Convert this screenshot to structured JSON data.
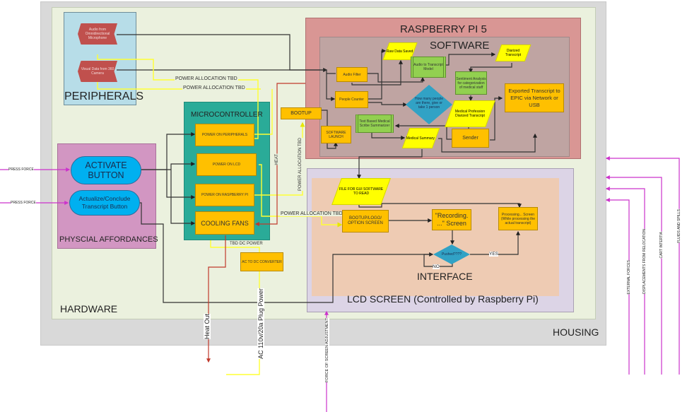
{
  "housing": {
    "title": "HOUSING"
  },
  "hardware": {
    "title": "HARDWARE"
  },
  "peripherals": {
    "title": "PERIPHERALS",
    "items": [
      "Audio from Omnidirectional Microphone",
      "Visual Data from 360 Camera"
    ]
  },
  "power_labels": {
    "alloc_1": "POWER ALLOCATION TBD",
    "alloc_2": "POWER ALLOCATION TBD",
    "alloc_vertical": "POWER ALLOCATION TBD",
    "alloc_lcd": "POWER ALLOCATION TBD",
    "heat": "HEAT",
    "tbd_dc": "TBD DC POWER"
  },
  "raspberry_pi": {
    "title": "RASPBERRY PI 5",
    "software": {
      "title": "SOFTWARE",
      "audio_filter": "Audio Filter",
      "people_counter": "People Counter",
      "raw_data": "Raw Data Saved",
      "audio_model": "Audio to Transcript Model",
      "diarized": "Diarized Transcript",
      "sentiment": "Sentiment Analysis for categorization of medical staff",
      "decision": "How many people are there, give or take 1 person",
      "med_diarized": "Medical Profession Diarized Transcript",
      "exported": "Exported Transcript to EPIC via Network or USB",
      "summarizer": "Text Based Medical Scribe Summarizer",
      "summary": "Medical Summary",
      "sender": "Sender",
      "launch": "SOFTWARE LAUNCH"
    },
    "bootup": "BOOTUP"
  },
  "microcontroller": {
    "title": "MICROCONTROLLER",
    "items": [
      "POWER ON PERIPHERALS",
      "POWER ON LCD",
      "POWER ON RASPBERRY PI",
      "COOLING FANS"
    ]
  },
  "affordances": {
    "title": "PHYSCIAL AFFORDANCES",
    "activate": "ACTIVATE BUTTON",
    "conclude": "Actualize/Conclude Transcript Button",
    "press_force_1": "PRESS FORCE",
    "press_force_2": "PRESS FORCE"
  },
  "converter": "AC TO DC CONVERTER",
  "lcd": {
    "title": "LCD SCREEN (Controlled by Raspberry Pi)",
    "interface": {
      "title": "INTERFACE",
      "file": "FILE FOR GUI SOFTWARE TO READ",
      "bootup": "BOOTUP/LOGO/ OPTION SCREEN",
      "recording": "\"Recording. ...\" Screen",
      "processing": "Processing... Screen (While processing the actual transcript)",
      "pushed": "Pushed????",
      "yes": "YES",
      "no": "NO"
    }
  },
  "external": {
    "heat_out": "Heat Out",
    "plug_power": "AC 110v/20a Plug Power",
    "screen_force": "FORCE OF SCREEN ADJUSTMENT",
    "external_forces": "EXTERNAL FORCES",
    "displacements": "DISPLACEMENTS FROM RELOCATION",
    "cart_inertia": "CART INTERTIA",
    "fluids": "FLUIDS AND SPILLS"
  },
  "colors": {
    "orange": "#ffc000",
    "green": "#92d050",
    "yellow": "#ffff00",
    "teal": "#2aab98",
    "blue": "#00b0f0",
    "magenta": "#cc33cc",
    "heat_red": "#c0392b"
  }
}
